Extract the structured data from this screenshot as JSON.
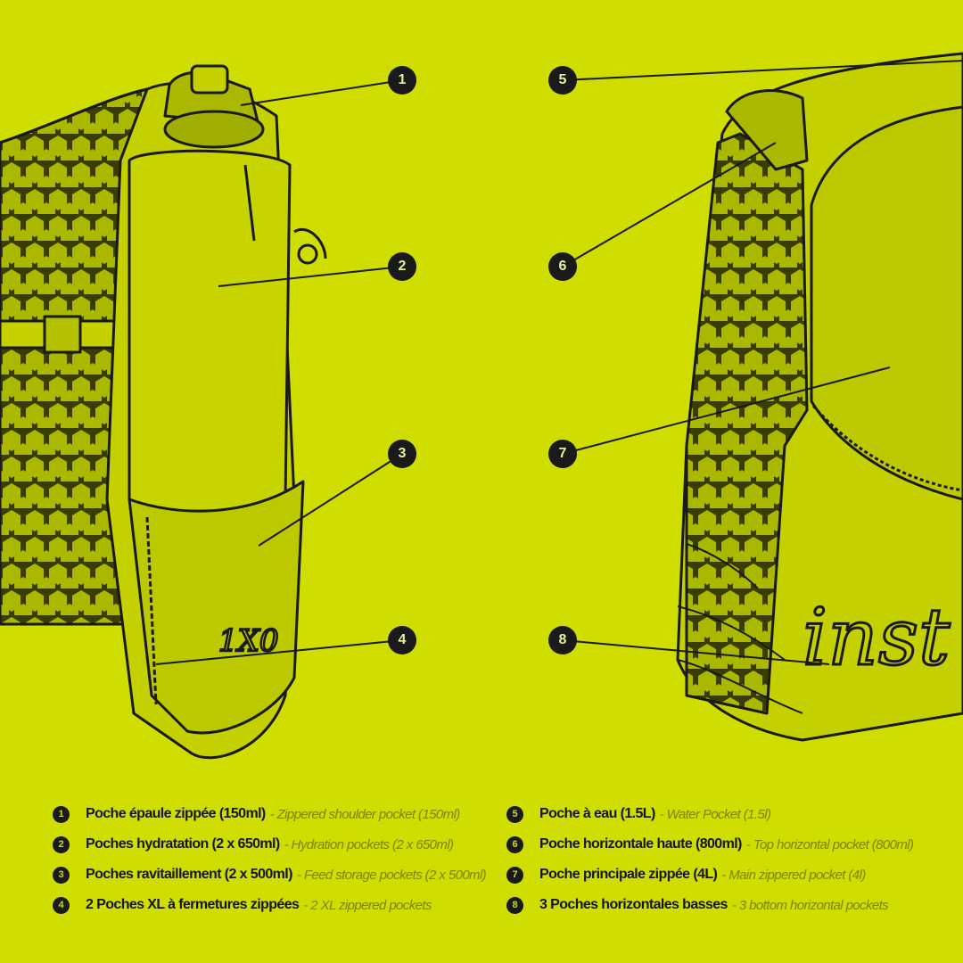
{
  "callouts": [
    "1",
    "2",
    "3",
    "4",
    "5",
    "6",
    "7",
    "8"
  ],
  "legend": [
    {
      "num": "1",
      "fr": "Poche épaule zippée (150ml)",
      "en": "- Zippered shoulder pocket (150ml)"
    },
    {
      "num": "2",
      "fr": "Poches hydratation (2 x 650ml)",
      "en": "- Hydration pockets (2 x 650ml)"
    },
    {
      "num": "3",
      "fr": "Poches ravitaillement (2 x 500ml)",
      "en": "- Feed storage pockets (2 x 500ml)"
    },
    {
      "num": "4",
      "fr": "2 Poches XL à fermetures zippées",
      "en": "- 2 XL zippered pockets"
    },
    {
      "num": "5",
      "fr": "Poche à eau (1.5L)",
      "en": "- Water Pocket (1.5l)"
    },
    {
      "num": "6",
      "fr": "Poche horizontale haute (800ml)",
      "en": "- Top horizontal pocket (800ml)"
    },
    {
      "num": "7",
      "fr": "Poche principale zippée (4L)",
      "en": "- Main zippered pocket (4l)"
    },
    {
      "num": "8",
      "fr": "3 Poches horizontales basses",
      "en": "- 3 bottom horizontal pockets"
    }
  ],
  "logos": {
    "front": "1X0",
    "back": "inst"
  },
  "colors": {
    "background": "#cfdd00",
    "fabric": "#c4d000",
    "ink": "#1a1a1a",
    "muted": "#7b8400"
  }
}
